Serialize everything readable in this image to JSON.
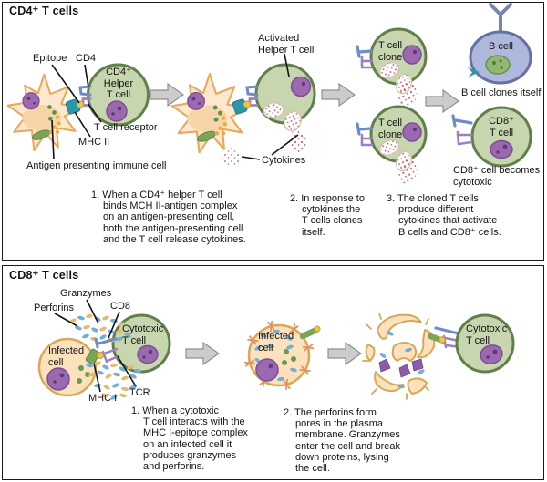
{
  "cd4_panel": {
    "title": "CD4⁺ T cells",
    "labels": {
      "epitope": "Epitope",
      "cd4": "CD4",
      "helper_t_cell": "CD4⁺\nHelper\nT cell",
      "t_cell_receptor": "T cell receptor",
      "mhc_ii": "MHC II",
      "antigen_presenting_cell": "Antigen presenting immune cell",
      "activated_helper": "Activated\nHelper T cell",
      "cytokines": "Cytokines",
      "t_cell_clone_top": "T cell\nclone",
      "t_cell_clone_bottom": "T cell\nclone",
      "b_cell": "B cell",
      "b_cell_clones": "B cell clones itself",
      "cd8_t_cell": "CD8⁺\nT cell",
      "cd8_becomes": "CD8⁺ cell becomes\ncytotoxic"
    },
    "steps": [
      "1. When a CD4⁺ helper T cell\nbinds MCH II-antigen complex\non an antigen-presenting cell,\nboth the antigen-presenting cell\nand the T cell release cytokines.",
      "2. In response to\ncytokines the\nT cells clones\nitself.",
      "3. The cloned T cells\nproduce different\ncytokines that activate\nB cells and CD8⁺ cells."
    ]
  },
  "cd8_panel": {
    "title": "CD8⁺ T cells",
    "labels": {
      "granzymes": "Granzymes",
      "perforins": "Perforins",
      "cd8": "CD8",
      "cytotoxic_t_cell": "Cytotoxic\nT cell",
      "infected_cell": "Infected\ncell",
      "mhc_i": "MHC I",
      "tcr": "TCR",
      "infected_cell_2": "Infected\ncell",
      "cytotoxic_t_cell_2": "Cytotoxic\nT cell"
    },
    "steps": [
      "1. When a cytotoxic\nT cell interacts with the\nMHC I-epitope complex\non an infected cell it\nproduces granzymes\nand perforins.",
      "2. The perforins form\npores in the plasma\nmembrane. Granzymes\nenter the cell and break\ndown proteins, lysing\nthe cell."
    ]
  },
  "colors": {
    "t_cell_fill": "#c7d6ae",
    "t_cell_border": "#5f7f4b",
    "apc_fill": "#fce8cd",
    "apc_border": "#e7a95f",
    "nucleus_purple": "#9c68b0",
    "b_cell_fill": "#aeb8dc",
    "b_cell_border": "#65719e",
    "receptor_blue": "#6e8cc9",
    "receptor_purple": "#9d80c4",
    "mhc_teal": "#2a96aa",
    "mhc_green": "#7ba457",
    "epitope_yellow": "#f4c24a",
    "granzyme_blue": "#73aed7",
    "perforin_tan": "#e6ba73",
    "cytokine_red": "#c84a5e",
    "pore_orange": "#ef8a5a",
    "arrow_gray": "#cccccc"
  }
}
